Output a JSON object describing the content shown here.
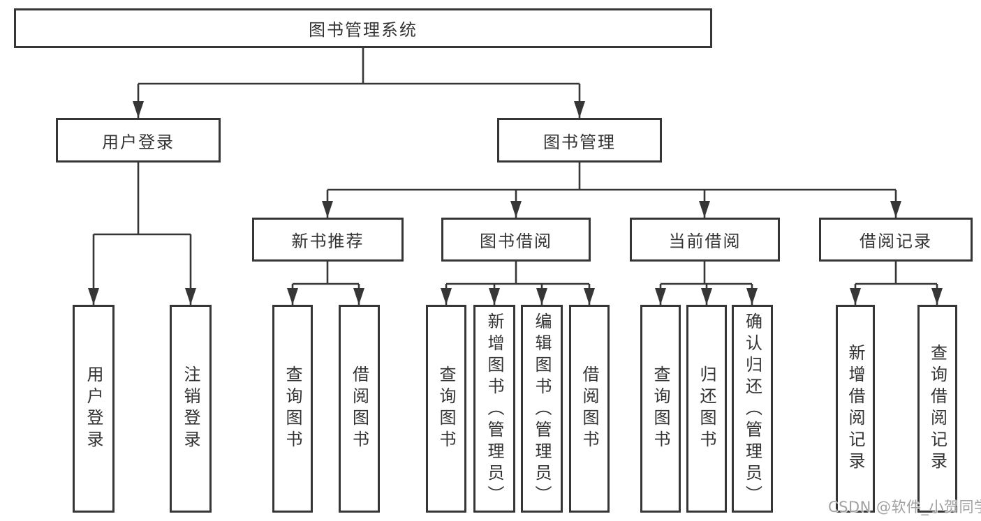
{
  "colors": {
    "line": "#363636",
    "box_border": "#363636",
    "text": "#333333",
    "background": "#ffffff",
    "watermark": "#9c9c9c"
  },
  "tree": {
    "label": "图书管理系统",
    "children": [
      {
        "label": "用户登录",
        "children": [
          {
            "label": "用户登录"
          },
          {
            "label": "注销登录"
          }
        ]
      },
      {
        "label": "图书管理",
        "children": [
          {
            "label": "新书推荐",
            "children": [
              {
                "label": "查询图书"
              },
              {
                "label": "借阅图书"
              }
            ]
          },
          {
            "label": "图书借阅",
            "children": [
              {
                "label": "查询图书"
              },
              {
                "label": "新增图书（管理员）"
              },
              {
                "label": "编辑图书（管理员）"
              },
              {
                "label": "借阅图书"
              }
            ]
          },
          {
            "label": "当前借阅",
            "children": [
              {
                "label": "查询图书"
              },
              {
                "label": "归还图书"
              },
              {
                "label": "确认归还（管理员）"
              }
            ]
          },
          {
            "label": "借阅记录",
            "children": [
              {
                "label": "新增借阅记录"
              },
              {
                "label": "查询借阅记录"
              }
            ]
          }
        ]
      }
    ]
  },
  "watermark": {
    "text": "CSDN @软件_小贺同学"
  }
}
